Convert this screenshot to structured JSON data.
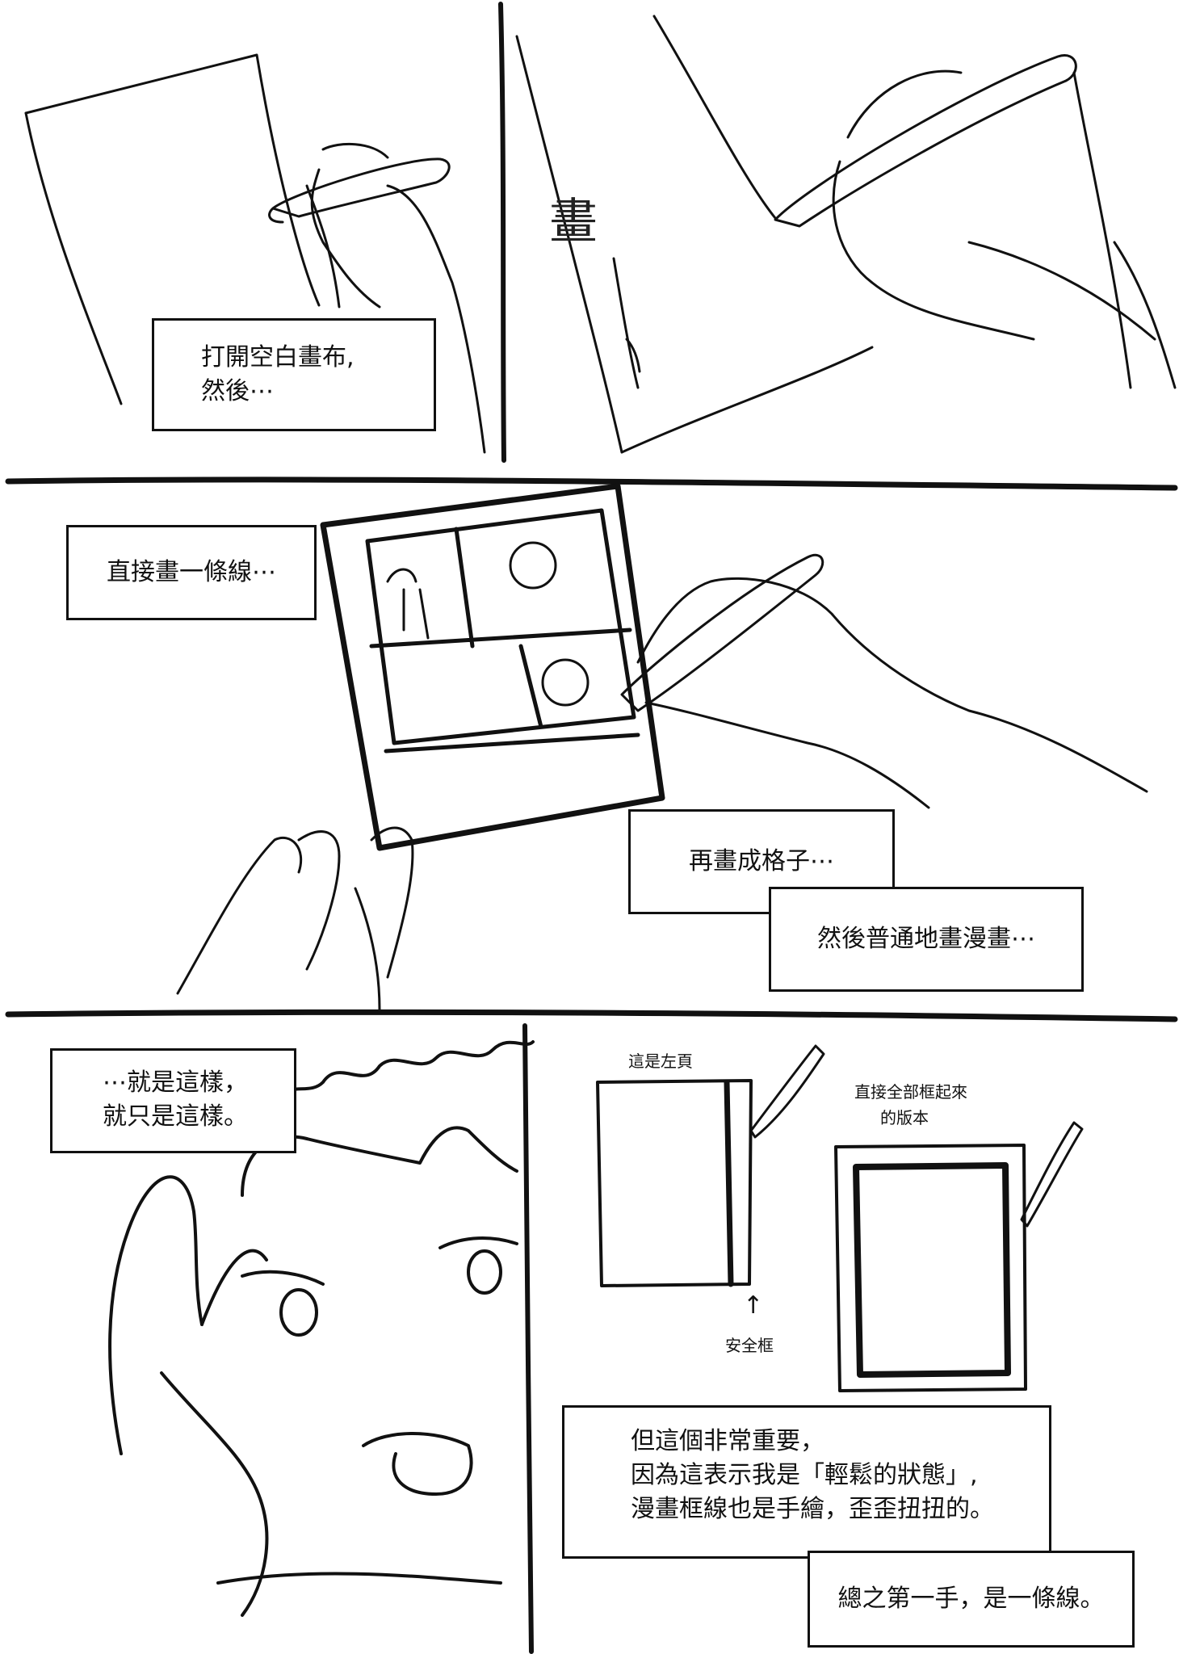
{
  "panel1": {
    "caption_line1": "打開空白畫布,",
    "caption_line2": "然後⋯",
    "written_char": "畫"
  },
  "panel2": {
    "caption_a": "直接畫一條線⋯",
    "caption_b": "再畫成格子⋯",
    "caption_c": "然後普通地畫漫畫⋯"
  },
  "panel3": {
    "caption_line1": "⋯就是這樣，",
    "caption_line2": "就只是這樣。"
  },
  "panel4": {
    "label_left_page": "這是左頁",
    "label_safe_frame": "安全框",
    "safe_frame_arrow": "↑",
    "label_full_frame_line1": "直接全部框起來",
    "label_full_frame_line2": "的版本",
    "caption_main_line1": "但這個非常重要，",
    "caption_main_line2": "因為這表示我是「輕鬆的狀態」,",
    "caption_main_line3": "漫畫框線也是手繪，歪歪扭扭的。",
    "caption_end": "總之第一手，是一條線。"
  }
}
